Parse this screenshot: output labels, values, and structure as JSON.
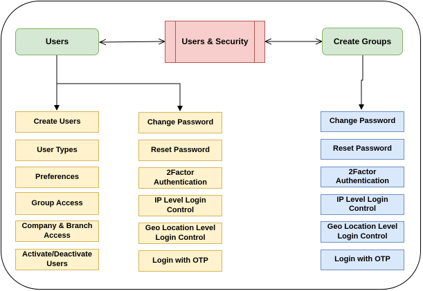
{
  "hub": {
    "title": "Users & Security"
  },
  "users": {
    "title": "Users"
  },
  "groups": {
    "title": "Create Groups"
  },
  "users_list": [
    "Create Users",
    "User Types",
    "Preferences",
    "Group Access",
    "Company & Branch Access",
    "Activate/Deactivate Users"
  ],
  "security_list": [
    "Change Password",
    "Reset Password",
    "2Factor Authentication",
    "IP Level Login Control",
    "Geo Location Level Login Control",
    "Login with OTP"
  ],
  "group_security_list": [
    "Change Password",
    "Reset Password",
    "2Factor Authentication",
    "IP Level Login Control",
    "Geo Location Level Login Control",
    "Login with OTP"
  ],
  "colors": {
    "users_fill": "#d5e8d4",
    "users_stroke": "#82b366",
    "hub_fill": "#f8cecc",
    "hub_stroke": "#b85450",
    "yellow_fill": "#fff2cc",
    "yellow_stroke": "#d6b656",
    "blue_fill": "#dae8fc",
    "blue_stroke": "#6c8ebf"
  }
}
